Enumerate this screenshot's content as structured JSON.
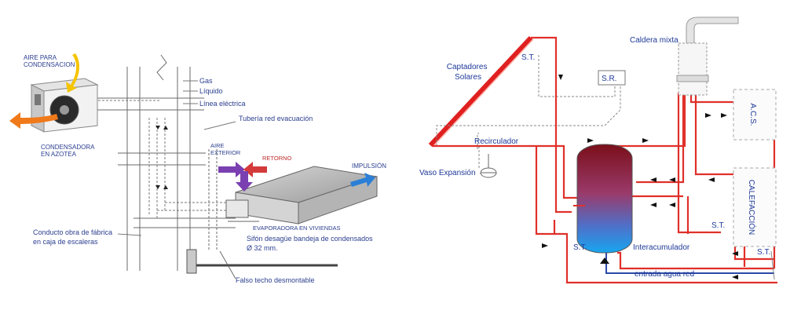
{
  "left": {
    "aire_para_condensacion": [
      "AIRE PARA",
      "CONDENSACION"
    ],
    "condensadora": [
      "CONDENSADORA",
      "EN AZOTEA"
    ],
    "gas": "Gas",
    "liquido": "Líquido",
    "linea_electrica": "Línea eléctrica",
    "tuberia_red": "Tubería red evacuación",
    "aire_exterior": [
      "AIRE",
      "EXTERIOR"
    ],
    "retorno": "RETORNO",
    "impulsion": "IMPULSIÓN",
    "evaporadora": "EVAPORADORA EN VIVIENDAS",
    "conducto": [
      "Conducto obra de fábrica",
      "en caja de escaleras"
    ],
    "sifon": [
      "Sifón desagüe bandeja de condensados",
      "Ø 32 mm."
    ],
    "falso_techo": "Falso techo desmontable"
  },
  "right": {
    "caldera_mixta": "Caldera mixta",
    "captadores": [
      "Captadores",
      "Solares"
    ],
    "st_top": "S.T.",
    "sr": "S.R.",
    "acs": "A.C.S.",
    "calefaccion": "CALEFACCIÓN",
    "recirculador": "Recirculador",
    "vaso_expansion": "Vaso Expansión",
    "st_left": "S.T.",
    "interacumulador": "Interacumulador",
    "st_calef": "S.T.",
    "st_right": "S.T.",
    "entrada_agua": "entrada agua red"
  },
  "colors": {
    "pipe_hot": "#e0302a",
    "pipe_cold": "#2b4aa8",
    "panel": "#e02020",
    "label_blue": "#2b3f8f",
    "arrow_orange": "#f07a1a",
    "arrow_yellow": "#f5c400",
    "arrow_purple": "#7a3fb0",
    "arrow_blue": "#2a7fd6"
  }
}
